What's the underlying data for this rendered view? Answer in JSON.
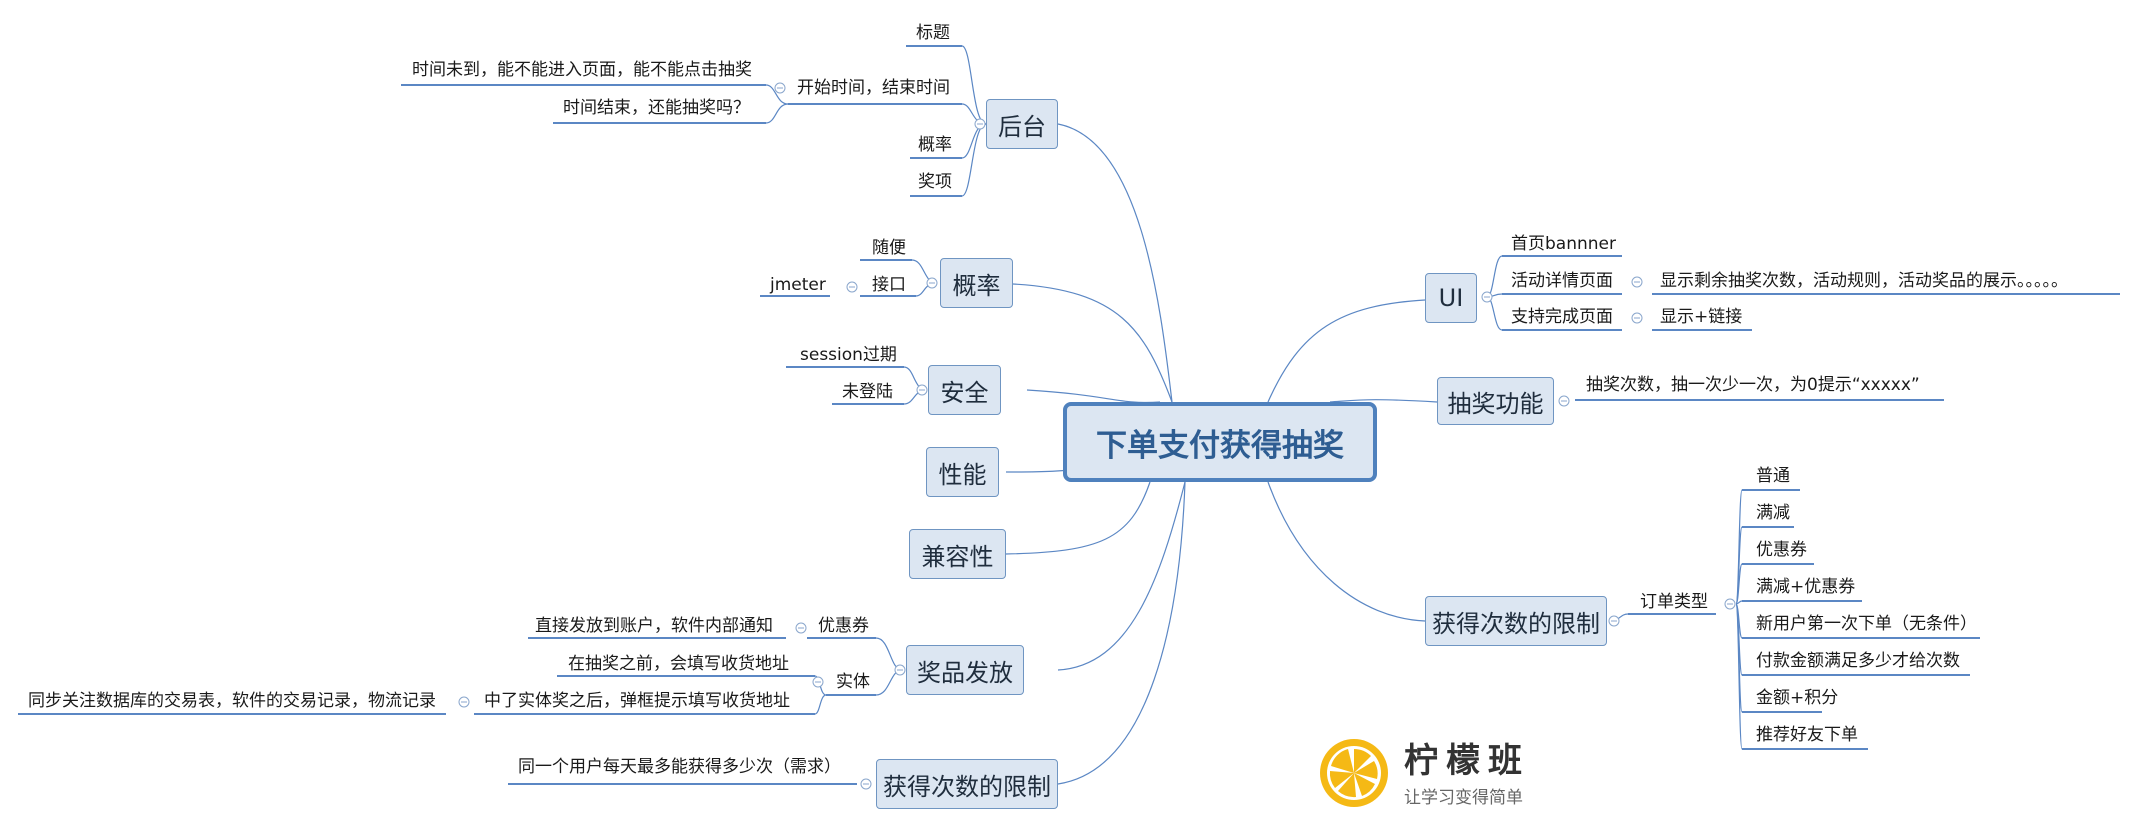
{
  "central": "下单支付获得抽奖",
  "left_branches": {
    "houtai": {
      "label": "后台",
      "title": "标题",
      "time": "开始时间，结束时间",
      "time_q1": "时间未到，能不能进入页面，能不能点击抽奖",
      "time_q2": "时间结束，还能抽奖吗？",
      "rate": "概率",
      "prize": "奖项"
    },
    "gailv": {
      "label": "概率",
      "suibian": "随便",
      "jiekou": "接口",
      "jmeter": "jmeter"
    },
    "anquan": {
      "label": "安全",
      "session": "session过期",
      "login": "未登陆"
    },
    "xingneng": {
      "label": "性能"
    },
    "jianrong": {
      "label": "兼容性"
    },
    "jiangpin": {
      "label": "奖品发放",
      "coupon": "优惠券",
      "coupon_detail": "直接发放到账户，软件内部通知",
      "entity": "实体",
      "entity_before": "在抽奖之前，会填写收货地址",
      "entity_after": "中了实体奖之后，弹框提示填写收货地址",
      "entity_sync": "同步关注数据库的交易表，软件的交易记录，物流记录"
    },
    "limit_left": {
      "label": "获得次数的限制",
      "daily": "同一个用户每天最多能获得多少次（需求）"
    }
  },
  "right_branches": {
    "ui": {
      "label": "UI",
      "banner": "首页bannner",
      "detail": "活动详情页面",
      "detail_content": "显示剩余抽奖次数，活动规则，活动奖品的展示。。。。。",
      "support": "支持完成页面",
      "support_content": "显示+链接"
    },
    "lottery": {
      "label": "抽奖功能",
      "count": "抽奖次数，抽一次少一次，为0提示“xxxxx”"
    },
    "limit_right": {
      "label": "获得次数的限制",
      "order_type": "订单类型",
      "types": [
        "普通",
        "满减",
        "优惠券",
        "满减+优惠券",
        "新用户第一次下单（无条件）",
        "付款金额满足多少才给次数",
        "金额+积分",
        "推荐好友下单"
      ]
    }
  },
  "logo": {
    "title": "柠檬班",
    "subtitle": "让学习变得简单"
  },
  "colors": {
    "line": "#5b87c4",
    "node_fill": "#dce6f2",
    "node_border": "#6f95c2",
    "central_border": "#4f81bd",
    "logo_yellow": "#f5b915"
  }
}
